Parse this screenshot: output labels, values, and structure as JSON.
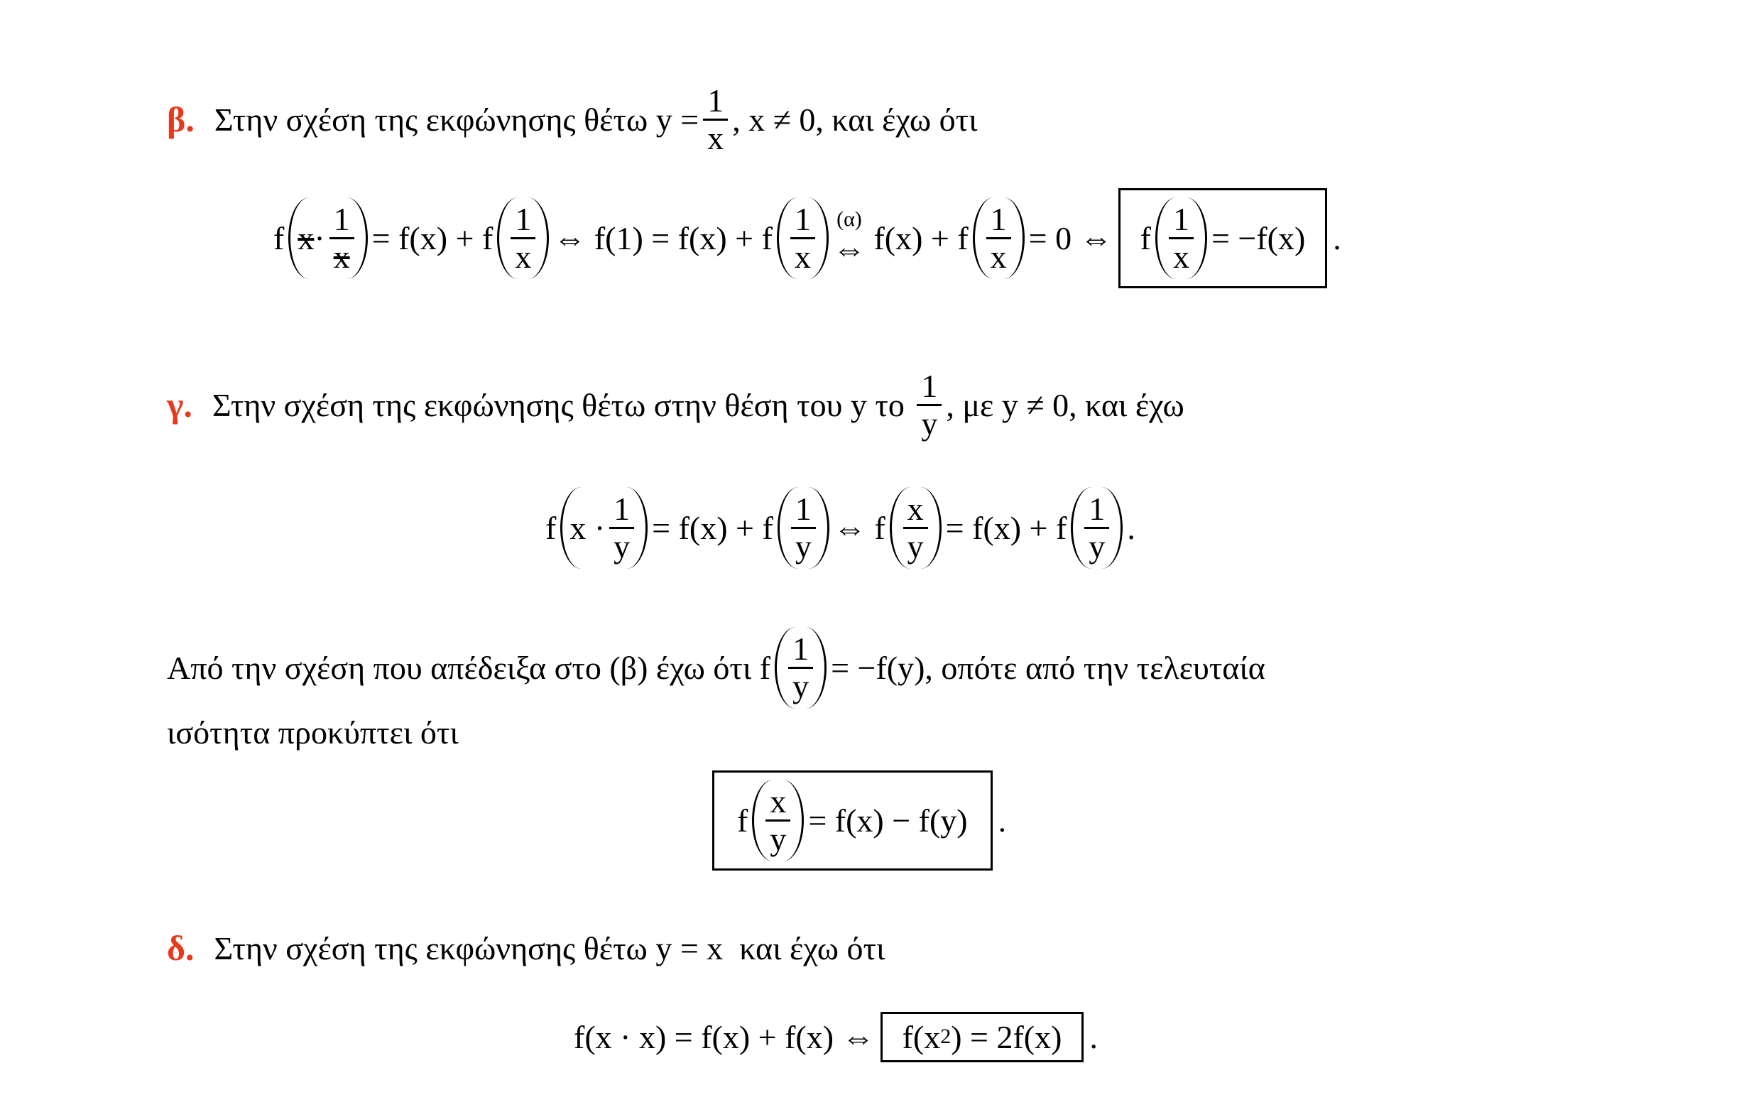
{
  "colors": {
    "marker": "#e8391d",
    "text": "#000000"
  },
  "b": {
    "marker": "β.",
    "intro": "Στην σχέση της εκφώνησης θέτω ",
    "y_eq": "y =",
    "one": "1",
    "x": "x",
    "cond": ", x ≠ 0, και έχω ότι",
    "eq": {
      "f": "f",
      "dot": "·",
      "eq_fx_plus_f": "= f(x) + f",
      "iff1": "⇔ f(1) = f(x) + f",
      "alpha": "(α)",
      "iff": "⇔",
      "fx_plus_f": " f(x) + f",
      "eq0_iff": "= 0 ⇔",
      "rhs": "= −f(x)",
      "period": "."
    }
  },
  "g": {
    "marker": "γ.",
    "intro": "Στην σχέση της εκφώνησης θέτω στην θέση του y το ",
    "one": "1",
    "y": "y",
    "cond": ", με y ≠ 0, και έχω",
    "eq": {
      "f": "f",
      "x_dot": "x ·",
      "eq_fx_plus_f": "= f(x) + f",
      "iff_f": "⇔ f",
      "x": "x",
      "period": "."
    },
    "text1_a": "Από την σχέση που απέδειξα στο (β) έχω ότι f",
    "text1_b": "= −f(y), οπότε από την τελευταία",
    "text2": "ισότητα προκύπτει ότι",
    "boxed_rhs": "= f(x) − f(y)",
    "period": "."
  },
  "d": {
    "marker": "δ.",
    "intro": "Στην σχέση της εκφώνησης θέτω y = x  και έχω ότι",
    "eq_lhs": "f(x · x) = f(x) + f(x) ⇔",
    "box_f": "f(x",
    "sup": "2",
    "box_rhs": ") = 2f(x)",
    "period": "."
  }
}
